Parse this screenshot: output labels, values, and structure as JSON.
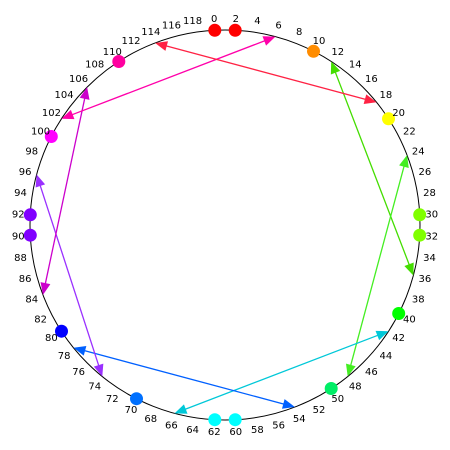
{
  "circle_modulus": 120,
  "tick_step": 2,
  "nodes": [
    {
      "pos": 0,
      "color": "#ff0000"
    },
    {
      "pos": 2,
      "color": "#ff0000"
    },
    {
      "pos": 10,
      "color": "#ff8c00"
    },
    {
      "pos": 20,
      "color": "#ffff00"
    },
    {
      "pos": 30,
      "color": "#80ff00"
    },
    {
      "pos": 32,
      "color": "#80ff00"
    },
    {
      "pos": 40,
      "color": "#00ff00"
    },
    {
      "pos": 50,
      "color": "#00ee66"
    },
    {
      "pos": 60,
      "color": "#00ffff"
    },
    {
      "pos": 62,
      "color": "#00ffff"
    },
    {
      "pos": 70,
      "color": "#0070ff"
    },
    {
      "pos": 80,
      "color": "#0000ff"
    },
    {
      "pos": 90,
      "color": "#8000ff"
    },
    {
      "pos": 92,
      "color": "#8000ff"
    },
    {
      "pos": 100,
      "color": "#ff00ff"
    },
    {
      "pos": 110,
      "color": "#ff00a0"
    }
  ],
  "arrows": [
    {
      "from": 12,
      "to": 36,
      "color": "#44dd00",
      "double": true
    },
    {
      "from": 24,
      "to": 48,
      "color": "#44ee22",
      "double": true
    },
    {
      "from": 42,
      "to": 66,
      "color": "#00c8d8",
      "double": true
    },
    {
      "from": 54,
      "to": 78,
      "color": "#0060ff",
      "double": true
    },
    {
      "from": 74,
      "to": 96,
      "color": "#9a30ff",
      "double": true
    },
    {
      "from": 84,
      "to": 106,
      "color": "#cc00cc",
      "double": true
    },
    {
      "from": 102,
      "to": 6,
      "color": "#ff00aa",
      "double": true
    },
    {
      "from": 114,
      "to": 18,
      "color": "#ff2244",
      "double": true
    }
  ]
}
